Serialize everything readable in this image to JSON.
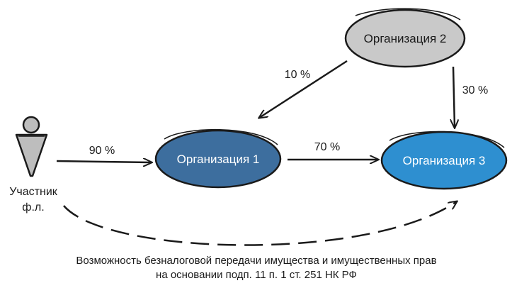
{
  "colors": {
    "org1_fill": "#3d6e9e",
    "org2_fill": "#c9c9c9",
    "org3_fill": "#2e8fd0",
    "stroke": "#1a1a1a",
    "person_fill": "#bdbdbd"
  },
  "nodes": {
    "participant": {
      "label_line1": "Участник",
      "label_line2": "ф.л.",
      "icon": "person-icon"
    },
    "org1": {
      "label": "Организация 1"
    },
    "org2": {
      "label": "Организация 2"
    },
    "org3": {
      "label": "Организация 3"
    }
  },
  "edges": {
    "participant_to_org1": {
      "label": "90 %"
    },
    "org2_to_org1": {
      "label": "10 %"
    },
    "org2_to_org3": {
      "label": "30 %"
    },
    "org1_to_org3": {
      "label": "70 %"
    }
  },
  "caption": {
    "line1": "Возможность безналоговой передачи имущества и имущественных прав",
    "line2": "на основании подп. 11 п. 1 ст. 251 НК РФ"
  }
}
